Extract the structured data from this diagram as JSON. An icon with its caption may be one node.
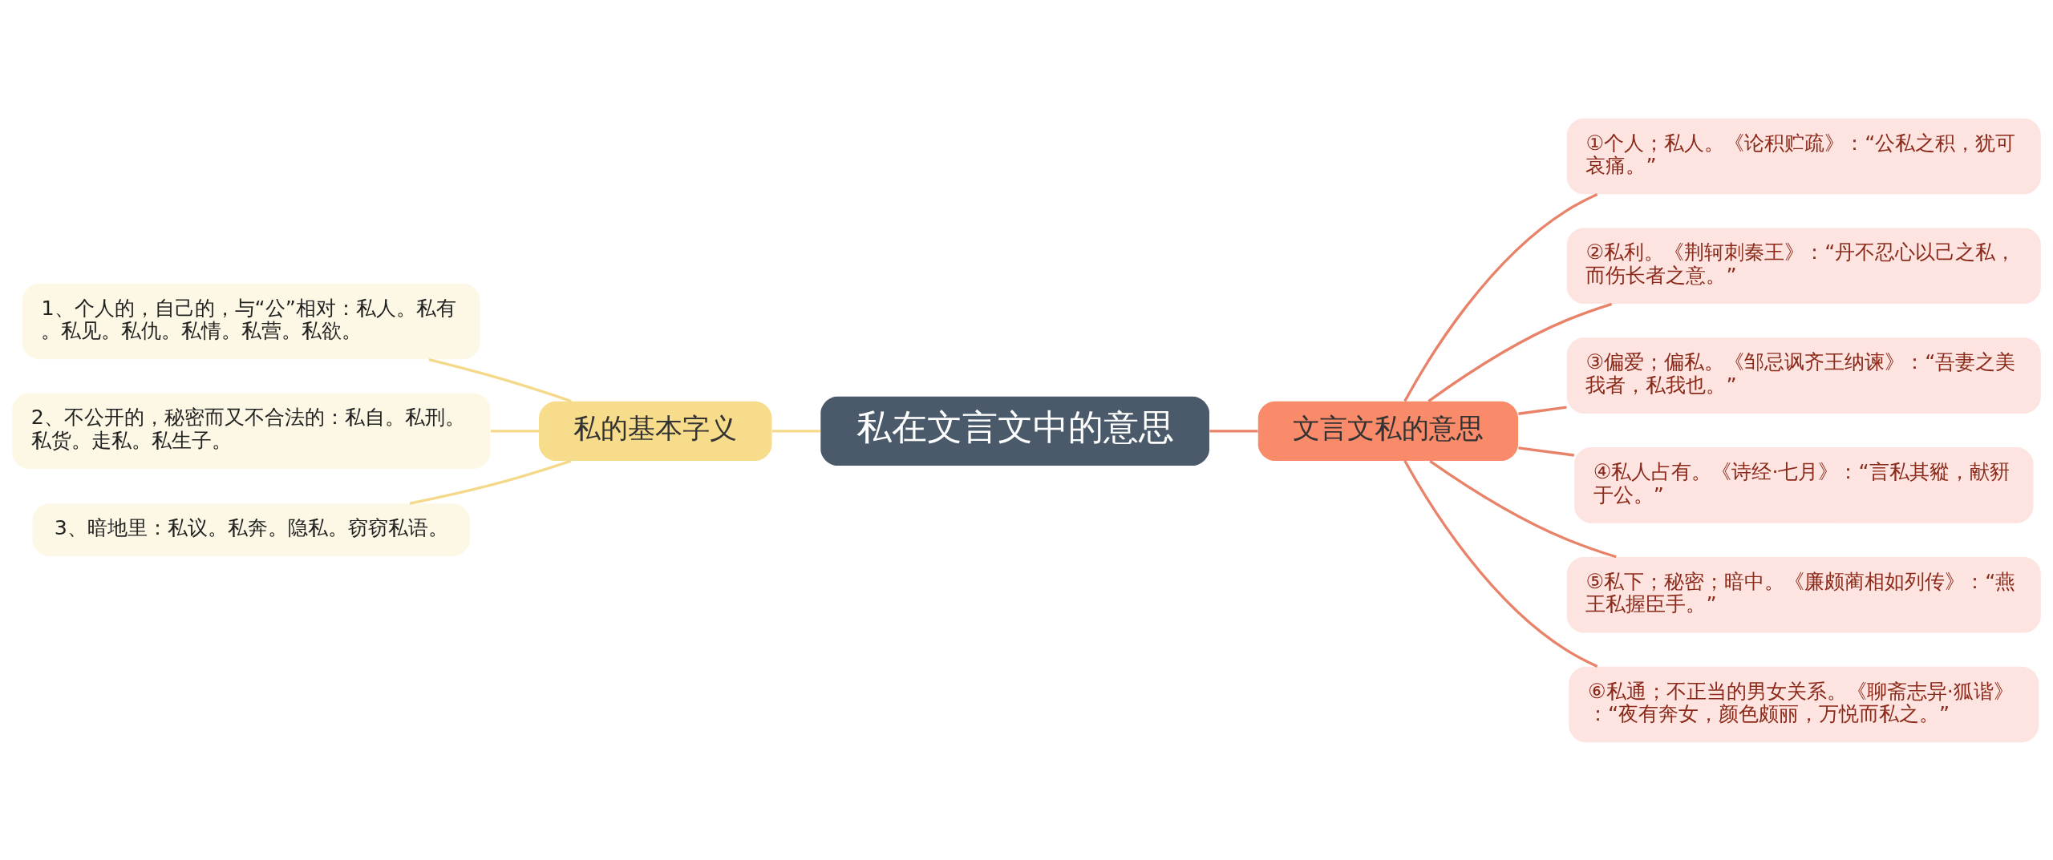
{
  "diagram": {
    "nodes": [
      {
        "text": [
          "私在文言文中的意思"
        ]
      },
      {
        "text": [
          "私的基本字义"
        ]
      },
      {
        "text": [
          "1、个人的，自己的，与“公”相对：私人。私有。私见。私仇。私情。私营。私欲。"
        ]
      },
      {
        "text": [
          "2、不公开的，秘密而又不合法的：私自。私刑。私货。走私。私生子。"
        ]
      },
      {
        "text": [
          "3、暗地里：私议。私奔。隐私。窃窃私语。"
        ]
      },
      {
        "text": [
          "文言文私的意思"
        ]
      },
      {
        "text": [
          "①个人；私人。《论积贮疏》：“公私之积，犹可哀痛。”"
        ]
      },
      {
        "text": [
          "②私利。《荆轲刺秦王》：“丹不忍心以己之私，而伤长者之意。”"
        ]
      },
      {
        "text": [
          "③偏爱；偏私。《邹忌讽齐王纳谏》：“吾妻之美我者，私我也。”"
        ]
      },
      {
        "text": [
          "④私人占有。《诗经·七月》：“言私其豵，献豜于公。”"
        ]
      },
      {
        "text": [
          "⑤私下；秘密；暗中。《廉颇蔺相如列传》：“燕王私握臣手。”"
        ]
      },
      {
        "text": [
          "⑥私通；不正当的男女关系。《聊斋志异·狐谐》：“夜有奔女，颜色颇丽，万悦而私之。”"
        ]
      }
    ],
    "edges": [
      {
        "from": 0,
        "to": 1,
        "arrow": "none",
        "color": "#f5d98a"
      },
      {
        "from": 1,
        "to": 2,
        "arrow": "none",
        "color": "#f5d98a"
      },
      {
        "from": 1,
        "to": 3,
        "arrow": "none",
        "color": "#f5d98a"
      },
      {
        "from": 1,
        "to": 4,
        "arrow": "none",
        "color": "#f5d98a"
      },
      {
        "from": 0,
        "to": 5,
        "arrow": "none"
      },
      {
        "from": 5,
        "to": 6,
        "arrow": "none"
      },
      {
        "from": 5,
        "to": 7,
        "arrow": "none"
      },
      {
        "from": 5,
        "to": 8,
        "arrow": "none"
      },
      {
        "from": 5,
        "to": 9,
        "arrow": "none"
      },
      {
        "from": 5,
        "to": 10,
        "arrow": "none"
      },
      {
        "from": 5,
        "to": 11,
        "arrow": "none"
      }
    ]
  }
}
